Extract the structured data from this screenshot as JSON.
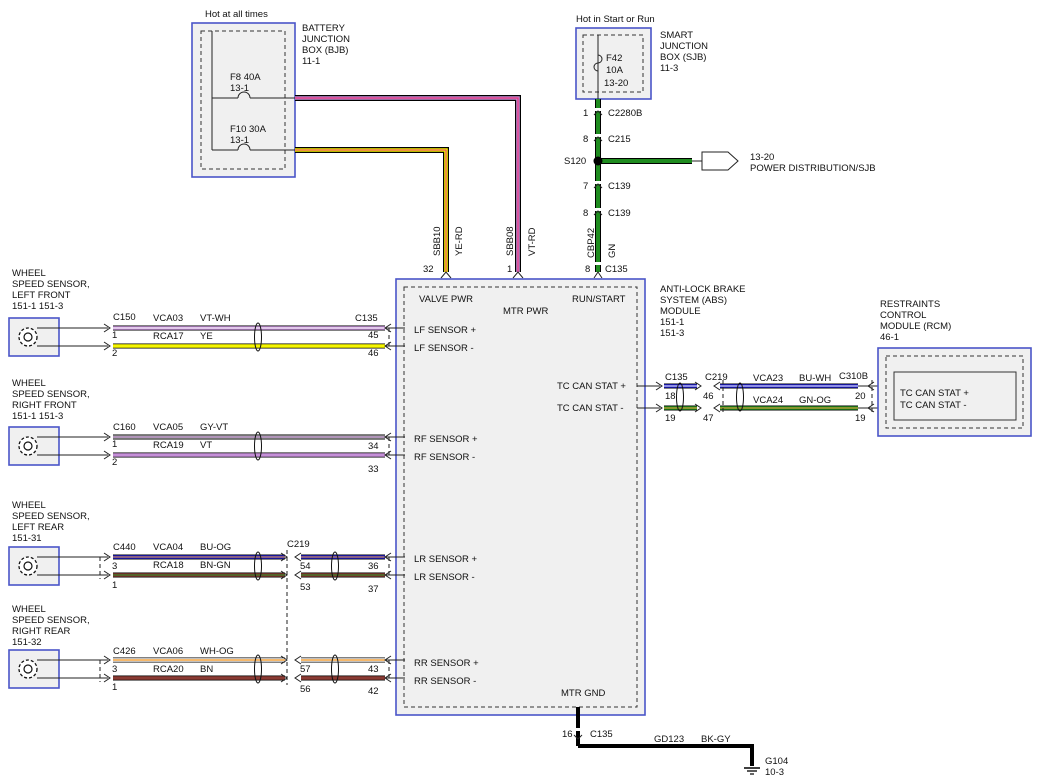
{
  "sources": {
    "bjb_hot": "Hot at all times",
    "bjb_name": [
      "BATTERY",
      "JUNCTION",
      "BOX (BJB)",
      "11-1"
    ],
    "f8": "F8  40A",
    "f8_ref": "13-1",
    "f10": "F10  30A",
    "f10_ref": "13-1",
    "sjb_hot": "Hot in Start or Run",
    "sjb_name": [
      "SMART",
      "JUNCTION",
      "BOX (SJB)",
      "11-3"
    ],
    "f42": [
      "F42",
      "10A",
      "13-20"
    ]
  },
  "run_start_path": {
    "c2280b_pin": "1",
    "c2280b": "C2280B",
    "c215_pin": "8",
    "c215": "C215",
    "splice": "S120",
    "dist_ref": "13-20",
    "dist_label": "POWER DISTRIBUTION/SJB",
    "c139a_pin": "7",
    "c139a": "C139",
    "c139b_pin": "8",
    "c139b": "C139",
    "circuit": "CBP42",
    "color": "GN",
    "c135_pin": "8",
    "c135": "C135"
  },
  "valve_wire": {
    "circuit": "SBB10",
    "color": "YE-RD",
    "pin": "32"
  },
  "motor_wire": {
    "circuit": "SBB08",
    "color": "VT-RD",
    "pin": "1"
  },
  "abs": {
    "name": [
      "ANTI-LOCK BRAKE",
      "SYSTEM (ABS)",
      "MODULE",
      "151-1",
      "151-3"
    ],
    "valve_pwr": "VALVE PWR",
    "mtr_pwr": "MTR PWR",
    "run_start": "RUN/START",
    "lf_plus": "LF SENSOR +",
    "lf_minus": "LF SENSOR -",
    "rf_plus": "RF SENSOR +",
    "rf_minus": "RF SENSOR -",
    "lr_plus": "LR SENSOR +",
    "lr_minus": "LR SENSOR -",
    "rr_plus": "RR SENSOR +",
    "rr_minus": "RR SENSOR -",
    "tc_plus": "TC CAN STAT +",
    "tc_minus": "TC CAN STAT -",
    "mtr_gnd": "MTR GND"
  },
  "sensors": {
    "lf": {
      "name": [
        "WHEEL",
        "SPEED SENSOR,",
        "LEFT FRONT",
        "151-1     151-3"
      ],
      "conn": "C150",
      "pin_a": "1",
      "pin_b": "2",
      "w1_circuit": "VCA03",
      "w1_color": "VT-WH",
      "w2_circuit": "RCA17",
      "w2_color": "YE",
      "abs_conn": "C135",
      "abs_pin_a": "45",
      "abs_pin_b": "46"
    },
    "rf": {
      "name": [
        "WHEEL",
        "SPEED SENSOR,",
        "RIGHT FRONT",
        "151-1     151-3"
      ],
      "conn": "C160",
      "pin_a": "1",
      "pin_b": "2",
      "w1_circuit": "VCA05",
      "w1_color": "GY-VT",
      "w2_circuit": "RCA19",
      "w2_color": "VT",
      "abs_pin_a": "34",
      "abs_pin_b": "33"
    },
    "lr": {
      "name": [
        "WHEEL",
        "SPEED SENSOR,",
        "LEFT REAR",
        "151-31"
      ],
      "conn": "C440",
      "pin_a": "3",
      "pin_b": "1",
      "w1_circuit": "VCA04",
      "w1_color": "BU-OG",
      "w2_circuit": "RCA18",
      "w2_color": "BN-GN",
      "inline_conn": "C219",
      "inline_pin_a": "54",
      "inline_pin_b": "53",
      "abs_pin_a": "36",
      "abs_pin_b": "37"
    },
    "rr": {
      "name": [
        "WHEEL",
        "SPEED SENSOR,",
        "RIGHT REAR",
        "151-32"
      ],
      "conn": "C426",
      "pin_a": "3",
      "pin_b": "1",
      "w1_circuit": "VCA06",
      "w1_color": "WH-OG",
      "w2_circuit": "RCA20",
      "w2_color": "BN",
      "inline_pin_a": "57",
      "inline_pin_b": "56",
      "abs_pin_a": "43",
      "abs_pin_b": "42"
    }
  },
  "can": {
    "abs_conn": "C135",
    "abs_pin_a": "18",
    "abs_pin_b": "19",
    "inline_conn": "C219",
    "inline_pin_a": "46",
    "inline_pin_b": "47",
    "w1_circuit": "VCA23",
    "w1_color": "BU-WH",
    "w2_circuit": "VCA24",
    "w2_color": "GN-OG",
    "rcm_conn": "C310B",
    "rcm_pin_a": "20",
    "rcm_pin_b": "19"
  },
  "rcm": {
    "name": [
      "RESTRAINTS",
      "CONTROL",
      "MODULE (RCM)",
      "46-1"
    ],
    "tc_plus": "TC CAN STAT +",
    "tc_minus": "TC CAN STAT -"
  },
  "ground": {
    "pin": "16",
    "conn": "C135",
    "circuit": "GD123",
    "color": "BK-GY",
    "name": "G104",
    "ref": "10-3"
  },
  "wire_colors": {
    "yellow": "#f5f500",
    "red": "#e8307a",
    "violet": "#c58fd8",
    "white": "#ffffff",
    "green": "#1f8c1f",
    "blue": "#1d1dcc",
    "gray": "#9a9a9a",
    "brown": "#8a3a33",
    "orange": "#f2a03c",
    "black": "#000000",
    "module_border": "#4a55c8"
  }
}
